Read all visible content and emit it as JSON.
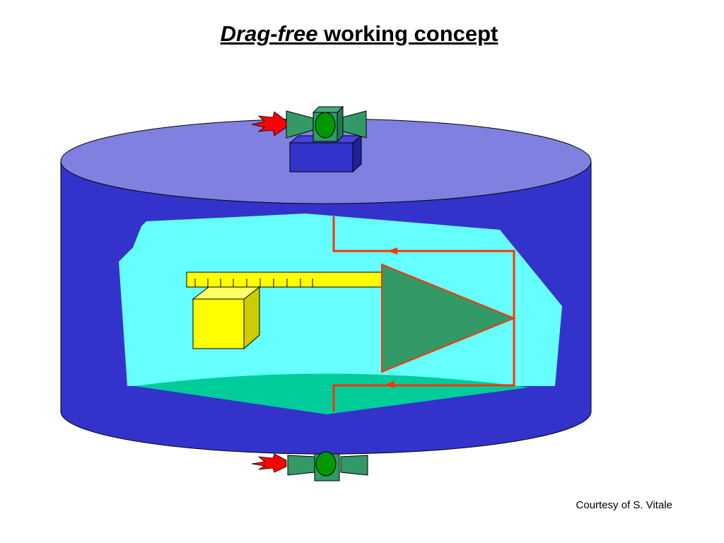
{
  "title": {
    "italic_part": "Drag-free",
    "rest": " working concept"
  },
  "credit": "Courtesy of S. Vitale",
  "colors": {
    "cylinder_body": "#3333cc",
    "cylinder_top": "#8080e0",
    "cutaway_interior": "#66ffff",
    "floor": "#00cc99",
    "proof_mass": "#ffff00",
    "proof_mass_side": "#cccc00",
    "amplifier": "#339966",
    "feedback_wire": "#ff3300",
    "thruster": "#339966",
    "thruster_nozzle": "#009900",
    "thrust_flame": "#ff0000",
    "sensor_box": "#3333cc"
  },
  "icons": [
    "thruster-icon",
    "thrust-flame-icon",
    "amplifier-triangle-icon",
    "proof-mass-cube-icon",
    "ruler-scale-icon"
  ]
}
